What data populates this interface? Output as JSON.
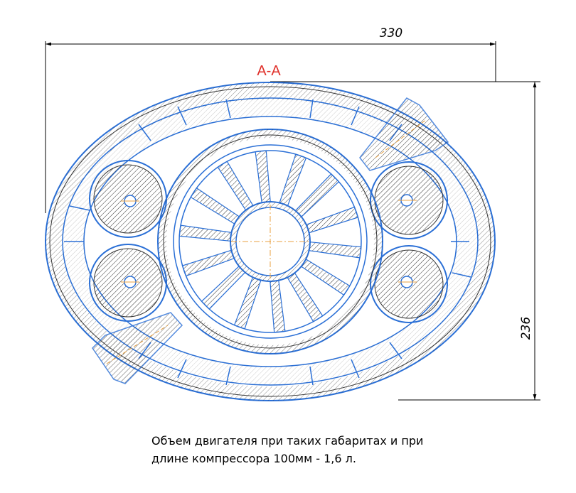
{
  "section_label": "А-А",
  "dimensions": {
    "width": "330",
    "height": "236"
  },
  "caption": {
    "line1": "Объем двигателя при таких габаритах и при",
    "line2": "длине компрессора 100мм - 1,6 л."
  },
  "colors": {
    "outline": "#2a6fd6",
    "hatch": "#222222",
    "dim": "#000000",
    "centerline": "#e8a040",
    "label": "#e0302a"
  }
}
